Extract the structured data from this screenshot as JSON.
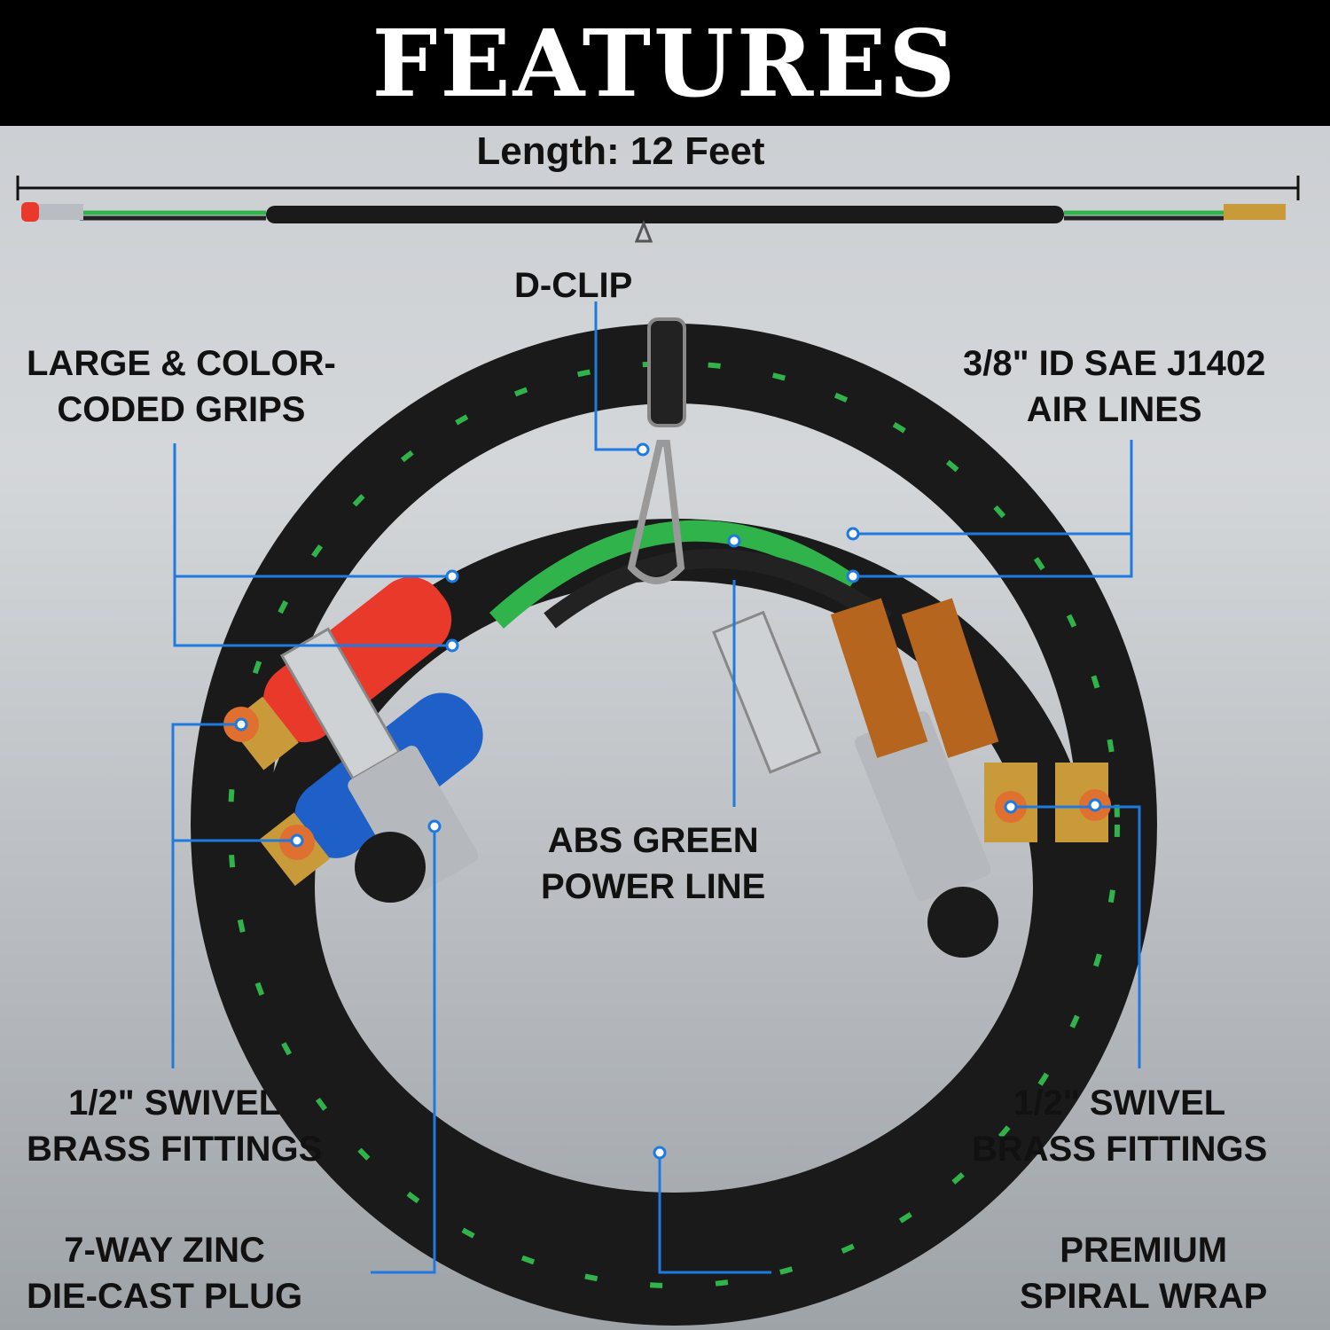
{
  "header": {
    "title": "FEATURES"
  },
  "length": {
    "text": "Length: 12 Feet"
  },
  "callouts": {
    "d_clip": "D-CLIP",
    "grips": {
      "line1": "LARGE & COLOR-",
      "line2": "CODED GRIPS"
    },
    "air_lines": {
      "line1": "3/8\" ID SAE J1402",
      "line2": "AIR LINES"
    },
    "abs": {
      "line1": "ABS GREEN",
      "line2": "POWER LINE"
    },
    "swivel_left": {
      "line1": "1/2\" SWIVEL",
      "line2": "BRASS FITTINGS"
    },
    "swivel_right": {
      "line1": "1/2\" SWIVEL",
      "line2": "BRASS FITTINGS"
    },
    "plug": {
      "line1": "7-WAY ZINC",
      "line2": "DIE-CAST PLUG"
    },
    "wrap": {
      "line1": "PREMIUM",
      "line2": "SPIRAL WRAP"
    }
  },
  "colors": {
    "header_bg": "#000000",
    "callout_line": "#1f7ae0",
    "hose_black": "#1a1a1a",
    "abs_green": "#2fb34a",
    "grip_red": "#e8392b",
    "grip_blue": "#1f5fc8",
    "brass": "#c99a3a"
  }
}
